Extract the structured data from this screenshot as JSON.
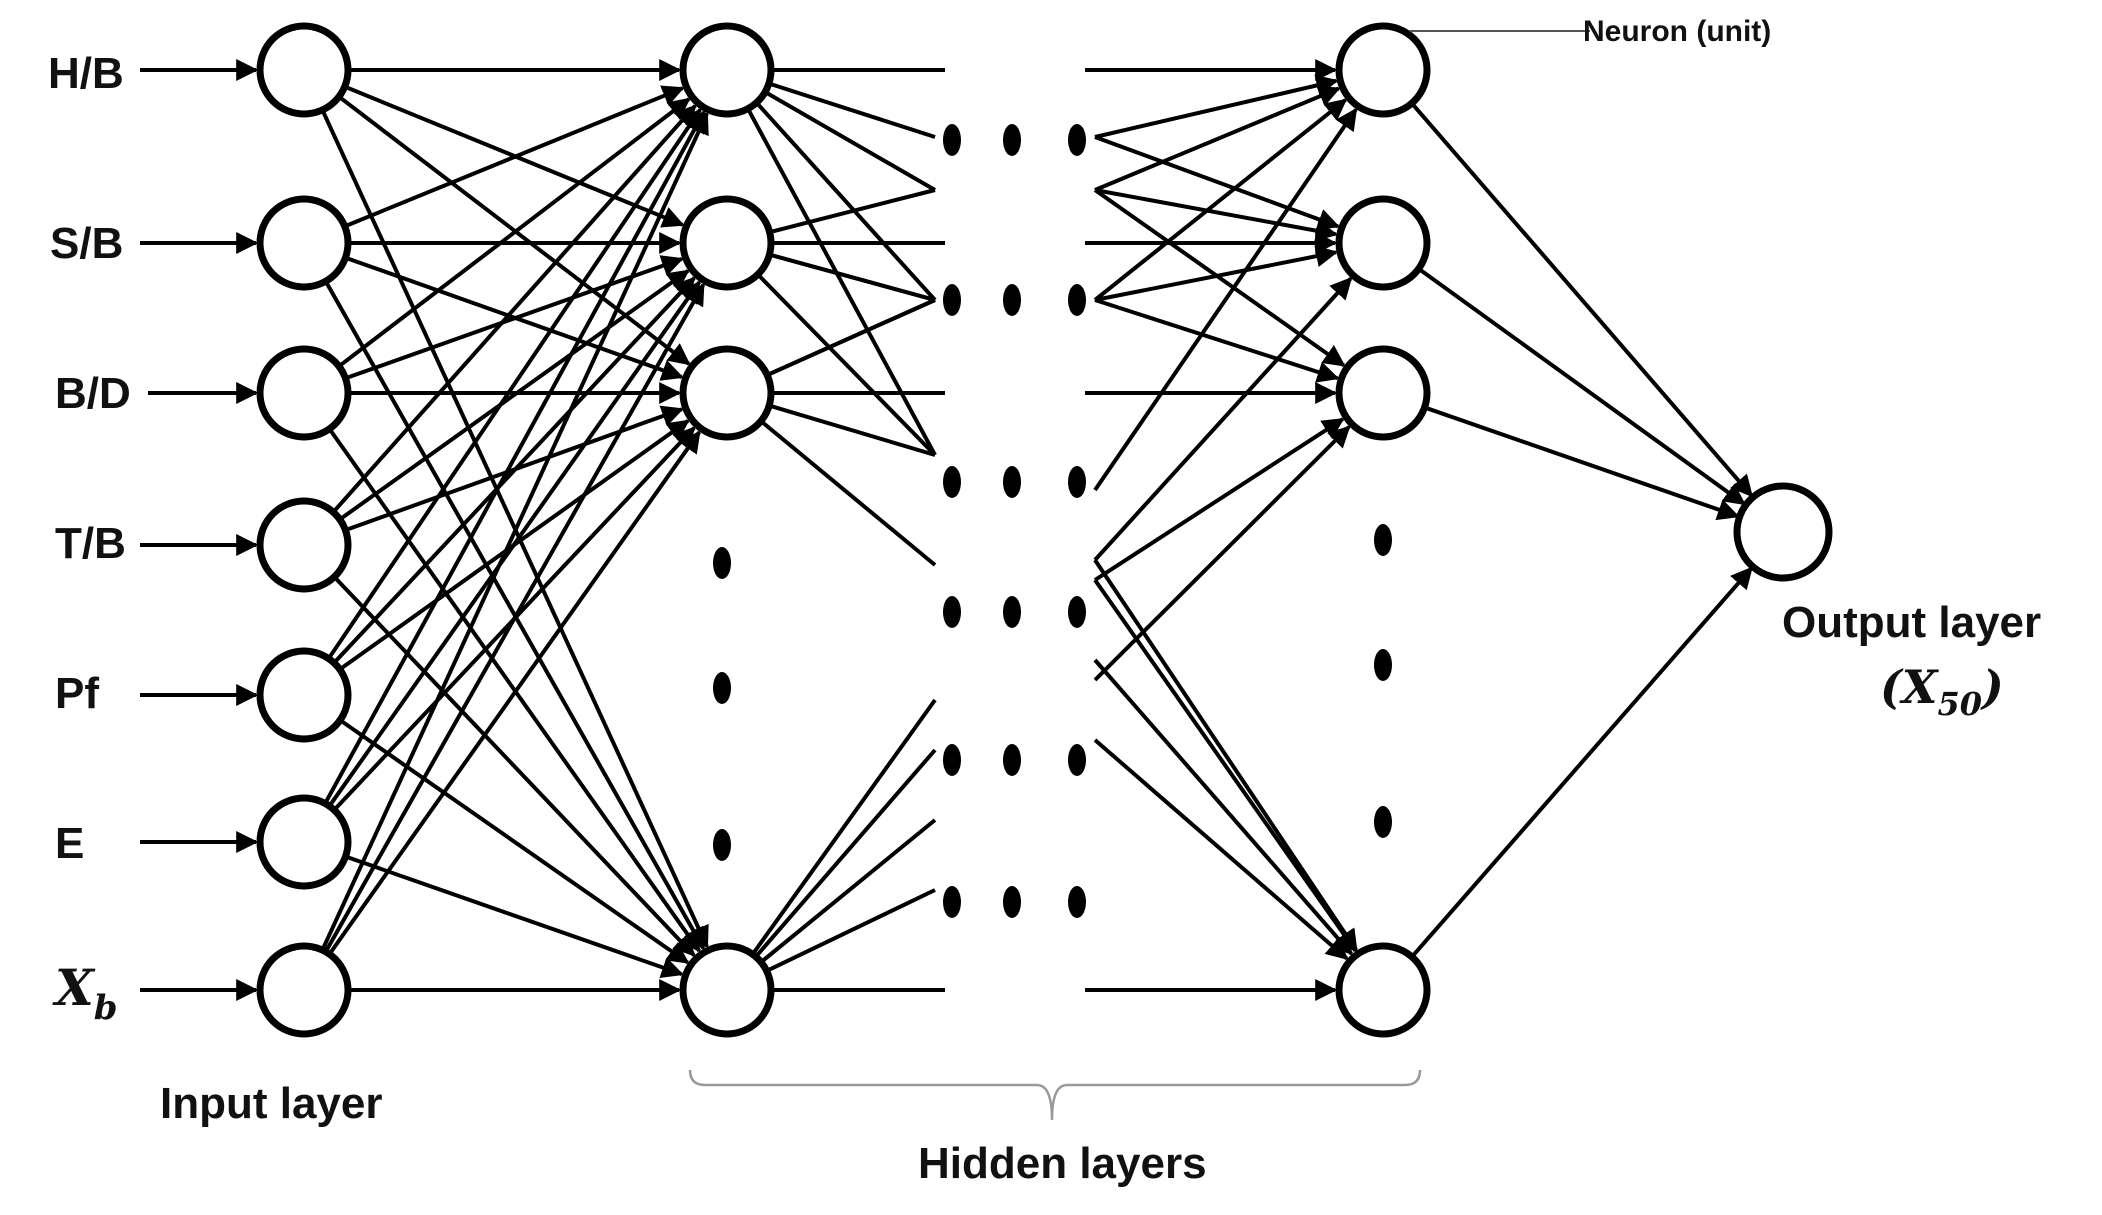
{
  "inputs": [
    {
      "label": "H/B"
    },
    {
      "label": "S/B"
    },
    {
      "label": "B/D"
    },
    {
      "label": "T/B"
    },
    {
      "label": "Pf"
    },
    {
      "label": "E"
    },
    {
      "label": "X",
      "subscript": "b"
    }
  ],
  "labels": {
    "input_layer": "Input layer",
    "hidden_layers": "Hidden layers",
    "output_layer": "Output layer",
    "output_variable": "X",
    "output_subscript": "50",
    "neuron_callout": "Neuron (unit)"
  },
  "colors": {
    "line": "#000000",
    "node_fill": "#ffffff",
    "brace": "#999999"
  }
}
